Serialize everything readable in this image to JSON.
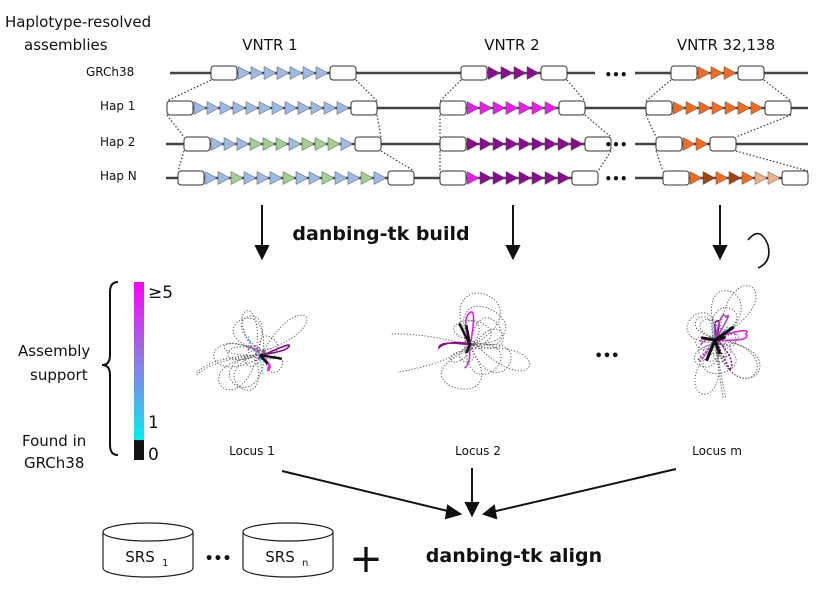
{
  "header": {
    "title_line1": "Haplotype-resolved",
    "title_line2": "assemblies"
  },
  "columns": [
    {
      "label": "VNTR 1"
    },
    {
      "label": "VNTR 2"
    },
    {
      "label": "VNTR 32,138"
    }
  ],
  "rows": [
    {
      "label": "GRCh38"
    },
    {
      "label": "Hap 1"
    },
    {
      "label": "Hap 2"
    },
    {
      "label": "Hap N"
    }
  ],
  "ellipsis": "•••",
  "build": {
    "label": "danbing-tk build"
  },
  "loci": [
    {
      "label": "Locus 1"
    },
    {
      "label": "Locus 2"
    },
    {
      "label": "Locus m"
    }
  ],
  "legend": {
    "title_line1": "Assembly",
    "title_line2": "support",
    "max_label": "≥5",
    "mid_label": "1",
    "zero_label": "0",
    "found_line1": "Found in",
    "found_line2": "GRCh38"
  },
  "align": {
    "srs_first": "SRS",
    "srs_first_sub": "1",
    "srs_last": "SRS",
    "srs_last_sub": "n",
    "plus": "+",
    "label": "danbing-tk align"
  },
  "colors": {
    "blue": "#9db9e6",
    "green": "#9fd08f",
    "dark_purple": "#8b0a8f",
    "magenta": "#e81ee8",
    "orange": "#f26b1d",
    "brown": "#a0440d",
    "peach": "#f2b08a",
    "cyan": "#18d6e0",
    "line": "#444444"
  }
}
